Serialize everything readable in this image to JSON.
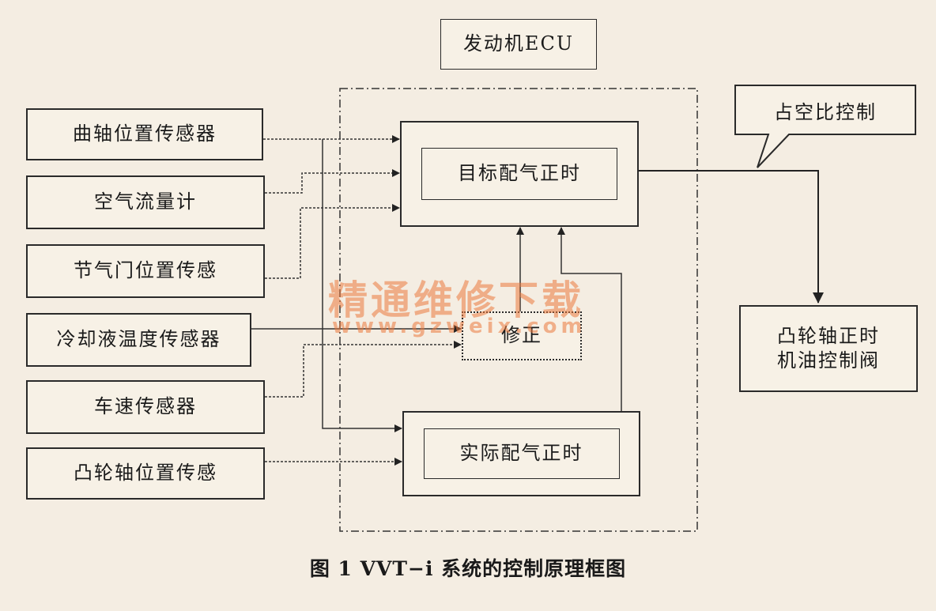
{
  "ecu_title": "发动机ECU",
  "sensors": [
    "曲轴位置传感器",
    "空气流量计",
    "节气门位置传感",
    "冷却液温度传感器",
    "车速传感器",
    "凸轮轴位置传感"
  ],
  "target_timing": "目标配气正时",
  "correction": "修正",
  "actual_timing": "实际配气正时",
  "duty_control": "占空比控制",
  "ocv": "凸轮轴正时\n机油控制阀",
  "watermark": {
    "name": "精通维修下载",
    "url": "www.gzweix.com"
  },
  "caption": "图 1    VVT−i 系统的控制原理框图"
}
